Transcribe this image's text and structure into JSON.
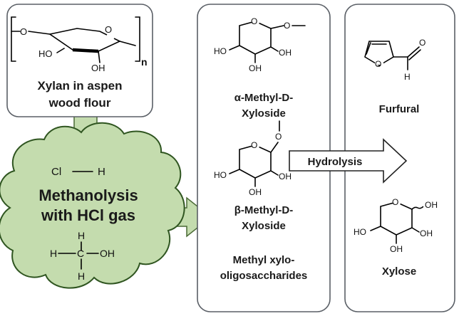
{
  "panels": {
    "xylan": {
      "line1": "Xylan in aspen",
      "line2": "wood flour",
      "subscript": "n"
    },
    "cloud": {
      "line1": "Methanolysis",
      "line2": "with HCl gas",
      "hcl_cl": "Cl",
      "hcl_h": "H",
      "methanol_oh": "OH",
      "methanol_h": "H"
    },
    "products": {
      "alpha_line1": "α-Methyl-D-",
      "alpha_line2": "Xyloside",
      "beta_line1": "β-Methyl-D-",
      "beta_line2": "Xyloside",
      "oligo_line1": "Methyl xylo-",
      "oligo_line2": "oligosaccharides"
    },
    "hydrolysis_label": "Hydrolysis",
    "final": {
      "furfural": "Furfural",
      "xylose": "Xylose",
      "aldehyde_h": "H"
    }
  },
  "atoms": {
    "ho": "HO",
    "oh": "OH",
    "o": "O"
  },
  "colors": {
    "cloud_fill": "#c4dcae",
    "cloud_stroke": "#2f5520",
    "arrow_fill": "#c4dcae",
    "arrow_stroke": "#4a6a35",
    "box_stroke": "#5a5f66",
    "hydrolysis_fill": "#ffffff"
  }
}
